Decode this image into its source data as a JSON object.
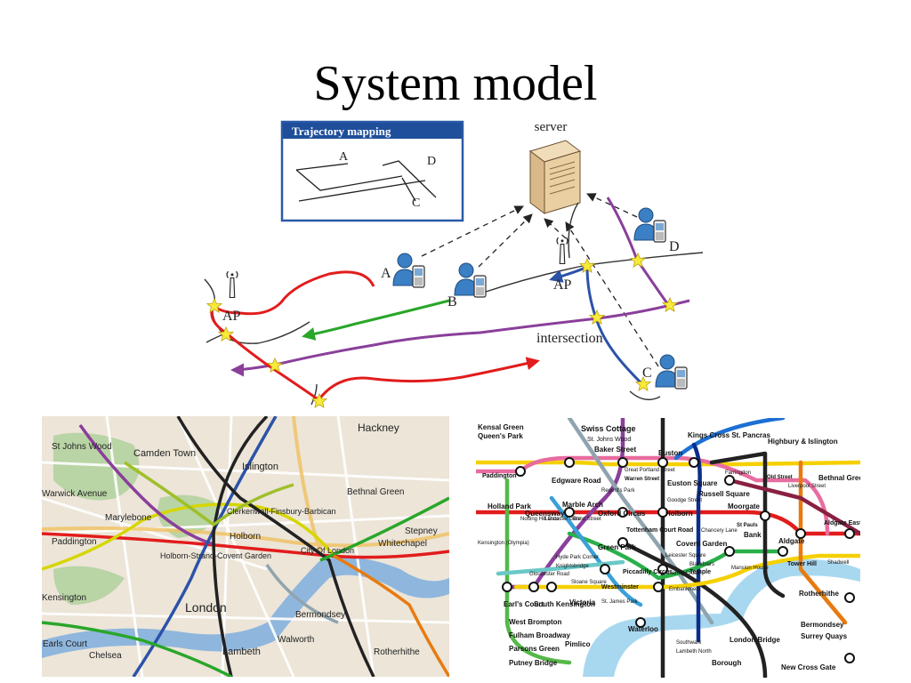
{
  "title": "System model",
  "inset": {
    "header": "Trajectory mapping",
    "labels": [
      "A",
      "D",
      "C"
    ]
  },
  "diagram": {
    "server_label": "server",
    "ap_labels": [
      "AP",
      "AP"
    ],
    "user_labels": [
      "A",
      "B",
      "C",
      "D"
    ],
    "intersection_label": "intersection"
  },
  "street_map": {
    "labels": [
      "Hackney",
      "St Johns Wood",
      "Camden Town",
      "Islington",
      "Warwick Avenue",
      "Marylebone",
      "Clerkenwell-Finsbury-Barbican",
      "Bethnal Green",
      "Paddington",
      "Holborn",
      "Stepney",
      "Whitechapel",
      "Holborn-Strand-Covent Garden",
      "City Of London",
      "London",
      "Bermondsey",
      "Kensington",
      "Earls Court",
      "Chelsea",
      "Lambeth",
      "Walworth",
      "Rotherhithe"
    ]
  },
  "tube_map": {
    "labels": [
      "Kensal Green",
      "Queen's Park",
      "Swiss Cottage",
      "St. Johns Wood",
      "Baker Street",
      "Kings Cross St. Pancras",
      "Highbury & Islington",
      "Paddington",
      "Edgware Road",
      "Euston",
      "Euston Square",
      "Warren Street",
      "Farringdon",
      "Old Street",
      "Liverpool Street",
      "Bethnal Green",
      "Holland Park",
      "Queensway",
      "Marble Arch",
      "Oxford Circus",
      "Regent's Park",
      "Great Portland Street",
      "Russell Square",
      "Moorgate",
      "Holborn",
      "Tottenham Court Road",
      "Chancery Lane",
      "St Pauls",
      "Bank",
      "Aldgate",
      "Aldgate East",
      "Green Park",
      "Hyde Park Corner",
      "Knightsbridge",
      "Covent Garden",
      "Leicester Square",
      "Blackfriars",
      "Temple",
      "Charing Cross",
      "Embankment",
      "Mansion House",
      "Tower Hill",
      "Piccadilly Circus",
      "Gloucester Road",
      "Sloane Square",
      "Westminster",
      "Victoria",
      "St. James Park",
      "Earl's Court",
      "South Kensington",
      "West Brompton",
      "Fulham Broadway",
      "Parsons Green",
      "Putney Bridge",
      "Pimlico",
      "Waterloo",
      "Southwark",
      "Lambeth North",
      "London Bridge",
      "Borough",
      "Rotherhithe",
      "Bermondsey",
      "Surrey Quays",
      "New Cross Gate",
      "Shadwell",
      "Notting Hill Gate",
      "Lancaster Gate",
      "Bond Street",
      "Goodge Street",
      "Kensington (Olympia)"
    ]
  },
  "colors": {
    "inset_header_bg": "#1f4f9a",
    "inset_border": "#2a5aa8",
    "red": "#e21c1c",
    "green": "#2aa62a",
    "purple": "#8a3f9b",
    "blue": "#2c52a8",
    "star": "#f7ea3a",
    "map_bg": "#ece5d8",
    "map_green": "#9cc08a",
    "river": "#8fb6dd"
  }
}
